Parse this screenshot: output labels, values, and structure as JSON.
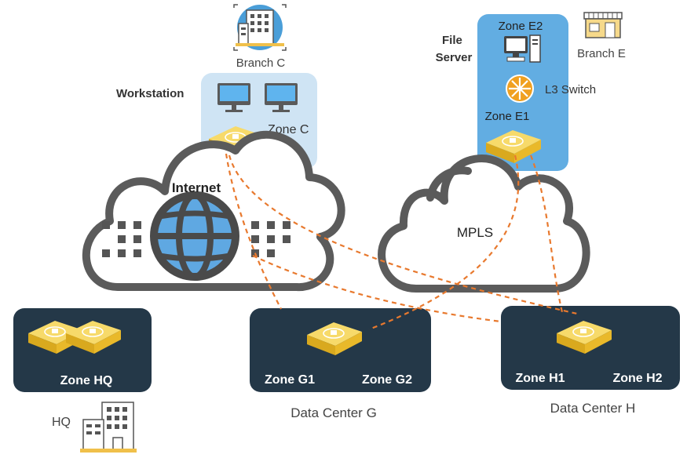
{
  "labels": {
    "branch_c": "Branch C",
    "branch_e": "Branch E",
    "workstation": "Workstation",
    "zone_c": "Zone C",
    "file_server_line1": "File",
    "file_server_line2": "Server",
    "zone_e2": "Zone E2",
    "l3_switch": "L3 Switch",
    "zone_e1": "Zone E1",
    "internet": "Internet",
    "mpls": "MPLS",
    "zone_hq": "Zone HQ",
    "hq": "HQ",
    "zone_g1": "Zone G1",
    "zone_g2": "Zone G2",
    "data_center_g": "Data Center G",
    "zone_h1": "Zone H1",
    "zone_h2": "Zone H2",
    "data_center_h": "Data Center H"
  },
  "colors": {
    "dark_box": "#243848",
    "zone_c_fill": "#cfe4f4",
    "zone_e_fill": "#62ade2",
    "device_yellow": "#f2c83a",
    "cloud_stroke": "#5b5b5b",
    "globe_blue": "#5fa8e2",
    "link_orange": "#e8792e",
    "building_blue": "#4a9ed8",
    "building_gold": "#f0c04a"
  },
  "icons": {
    "sdwan_device": "sdwan-appliance-icon",
    "workstation": "monitor-icon",
    "file_server": "desktop-tower-icon",
    "l3_switch": "l3-switch-icon",
    "internet_globe": "globe-icon",
    "office": "office-building-icon",
    "store": "storefront-icon"
  }
}
